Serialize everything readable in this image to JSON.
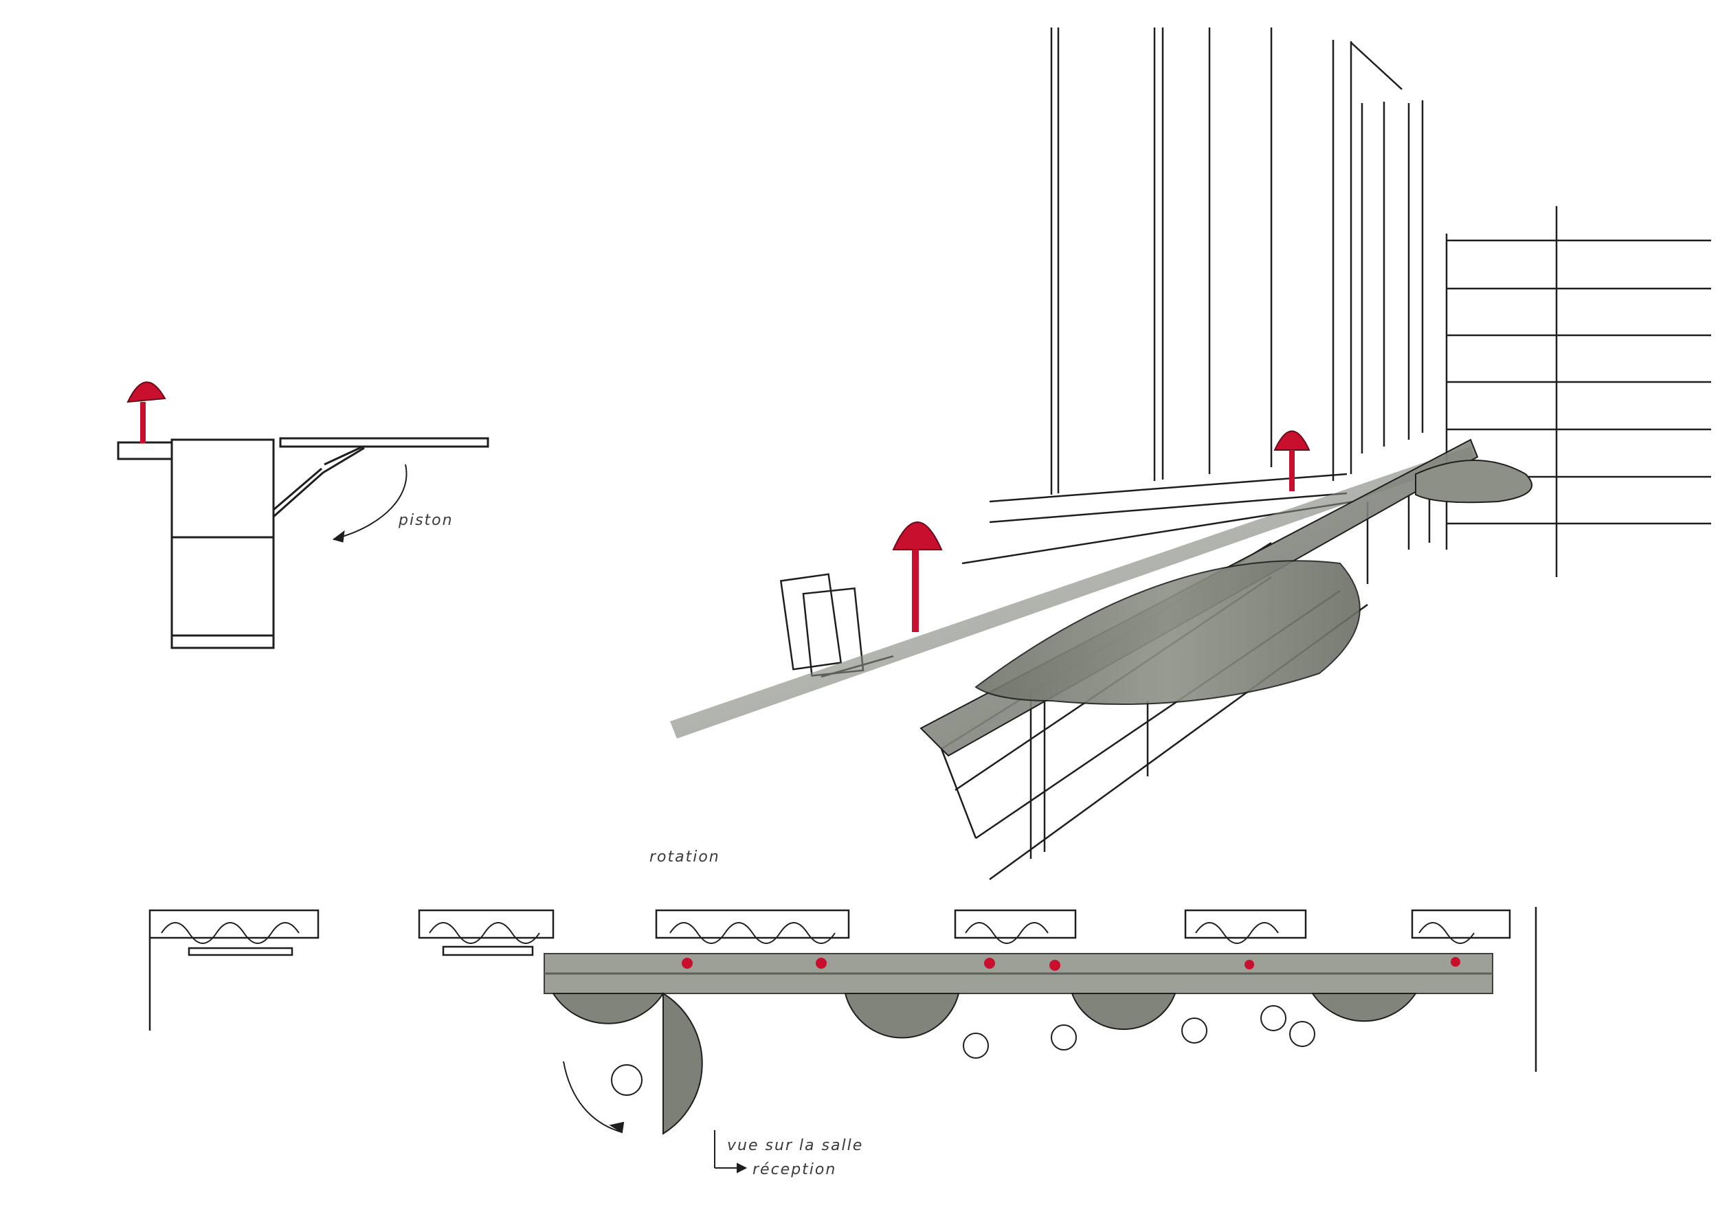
{
  "annotations": {
    "piston": "piston",
    "rotation": "rotation",
    "vue_salle": "vue sur la salle",
    "reception": "réception"
  },
  "colors": {
    "ink": "#1e1e1e",
    "lamp_red": "#c8102e",
    "shade_gray": "#8f9388",
    "shade_dark": "#5d6259"
  }
}
